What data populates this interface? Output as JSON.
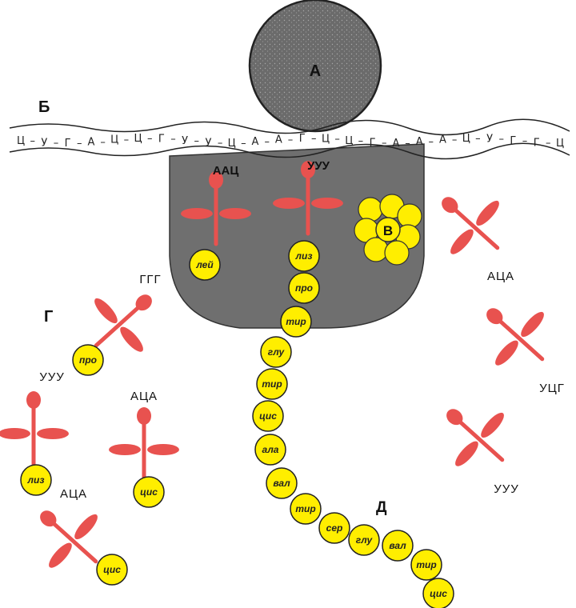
{
  "labels": {
    "ribosome_small": "А",
    "mrna": "Б",
    "enzyme": "В",
    "free_trna_group": "Г",
    "polypeptide": "Д"
  },
  "mrna_sequence": [
    "Ц",
    "У",
    "Г",
    "А",
    "Ц",
    "Ц",
    "Г",
    "У",
    "У",
    "Ц",
    "А",
    "А",
    "Г",
    "Ц",
    "Ц",
    "Г",
    "А",
    "А",
    "А",
    "Ц",
    "У",
    "Г",
    "Г",
    "Ц"
  ],
  "ribosome_trnas": [
    {
      "codon": "ААЦ",
      "amino_acid": "лей"
    },
    {
      "codon": "УУУ",
      "amino_acid": "лиз"
    }
  ],
  "chain": [
    "лиз",
    "про",
    "тир",
    "глу",
    "тир",
    "цис",
    "ала",
    "вал",
    "тир",
    "сер",
    "глу",
    "вал",
    "тир",
    "цис"
  ],
  "free_trnas_right": [
    {
      "codon": "АЦА"
    },
    {
      "codon": "УЦГ"
    },
    {
      "codon": "УУУ"
    }
  ],
  "free_trnas_left": [
    {
      "codon": "ГГГ",
      "amino_acid": "про"
    },
    {
      "codon": "УУУ",
      "amino_acid": "лиз"
    },
    {
      "codon": "АЦА",
      "amino_acid": "цис"
    },
    {
      "codon": "АЦА",
      "amino_acid": "цис"
    }
  ],
  "colors": {
    "trna": "#e8524f",
    "amino_acid": "#ffee00",
    "ribosome_large": "#6f6f6f",
    "ribosome_small": "#7a7a7a"
  }
}
